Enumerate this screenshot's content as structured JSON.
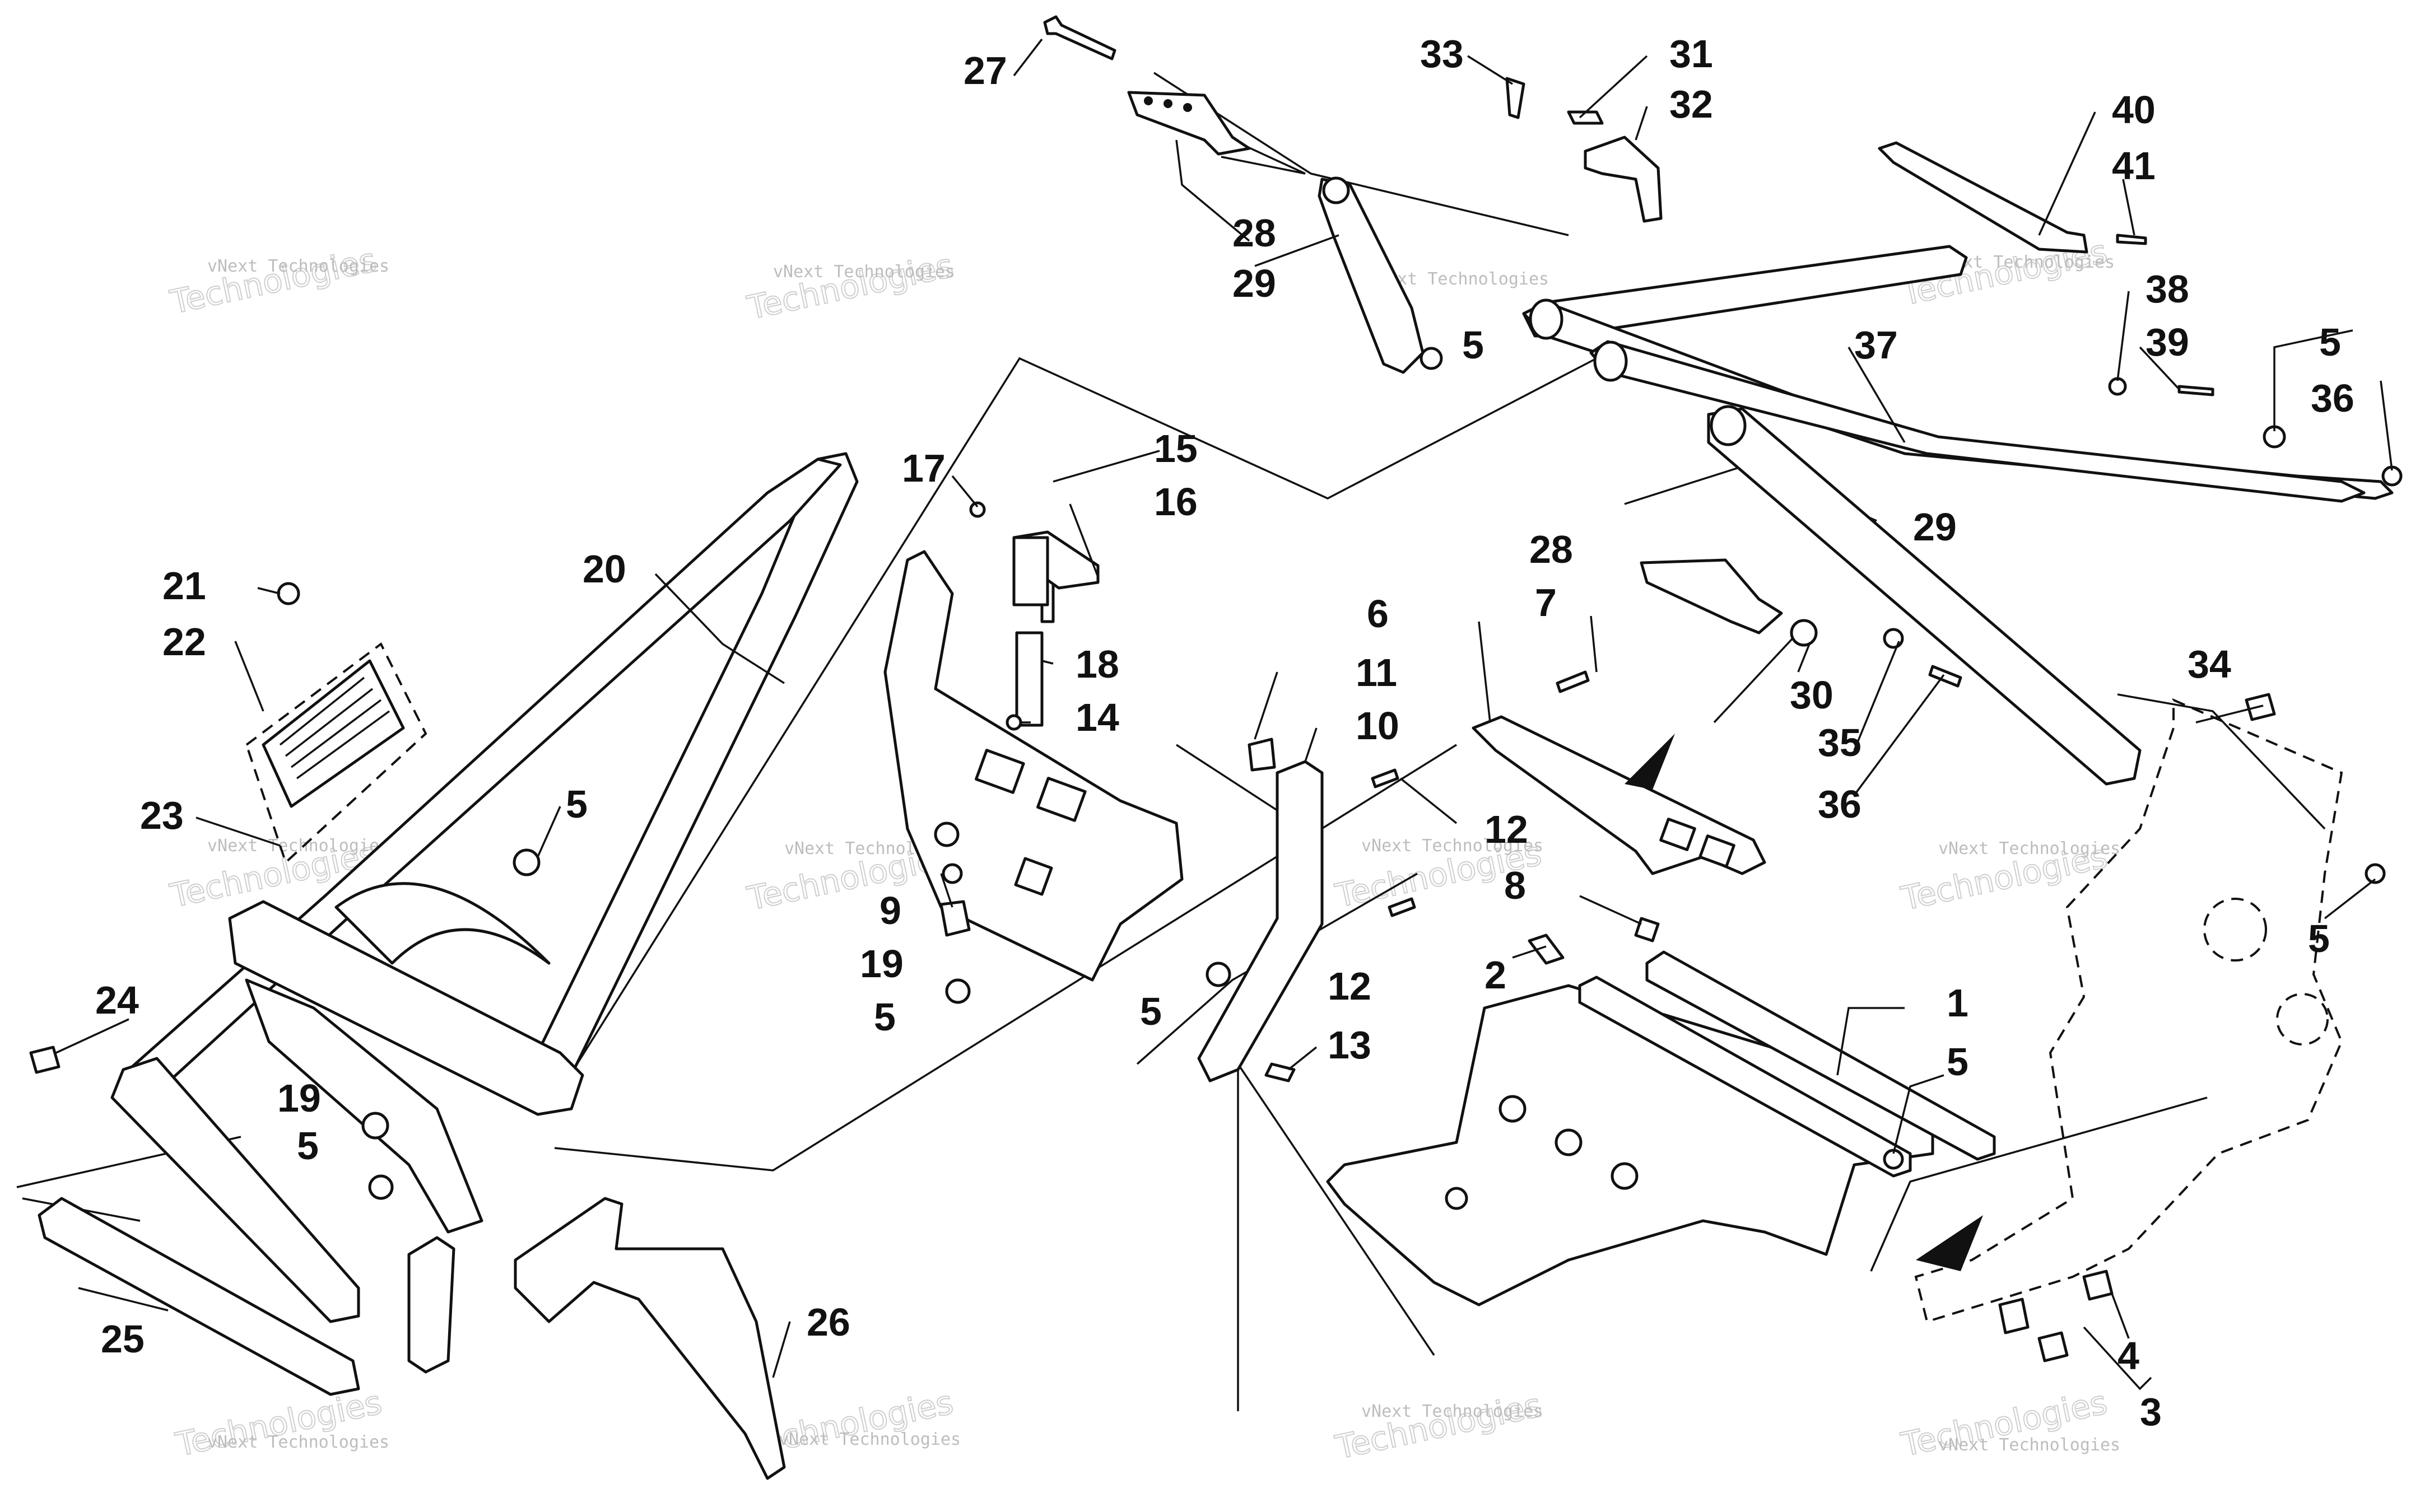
{
  "diagram": {
    "watermark_line1": "vNext Technologies",
    "watermark_line2": "vNext",
    "watermark_line3": "Technologies",
    "callouts": [
      "1",
      "2",
      "3",
      "4",
      "5",
      "6",
      "7",
      "8",
      "9",
      "10",
      "11",
      "12",
      "13",
      "14",
      "15",
      "16",
      "17",
      "18",
      "19",
      "20",
      "21",
      "22",
      "23",
      "24",
      "25",
      "26",
      "27",
      "28",
      "29",
      "30",
      "31",
      "32",
      "33",
      "34",
      "35",
      "36",
      "37",
      "38",
      "39",
      "40",
      "41"
    ]
  }
}
